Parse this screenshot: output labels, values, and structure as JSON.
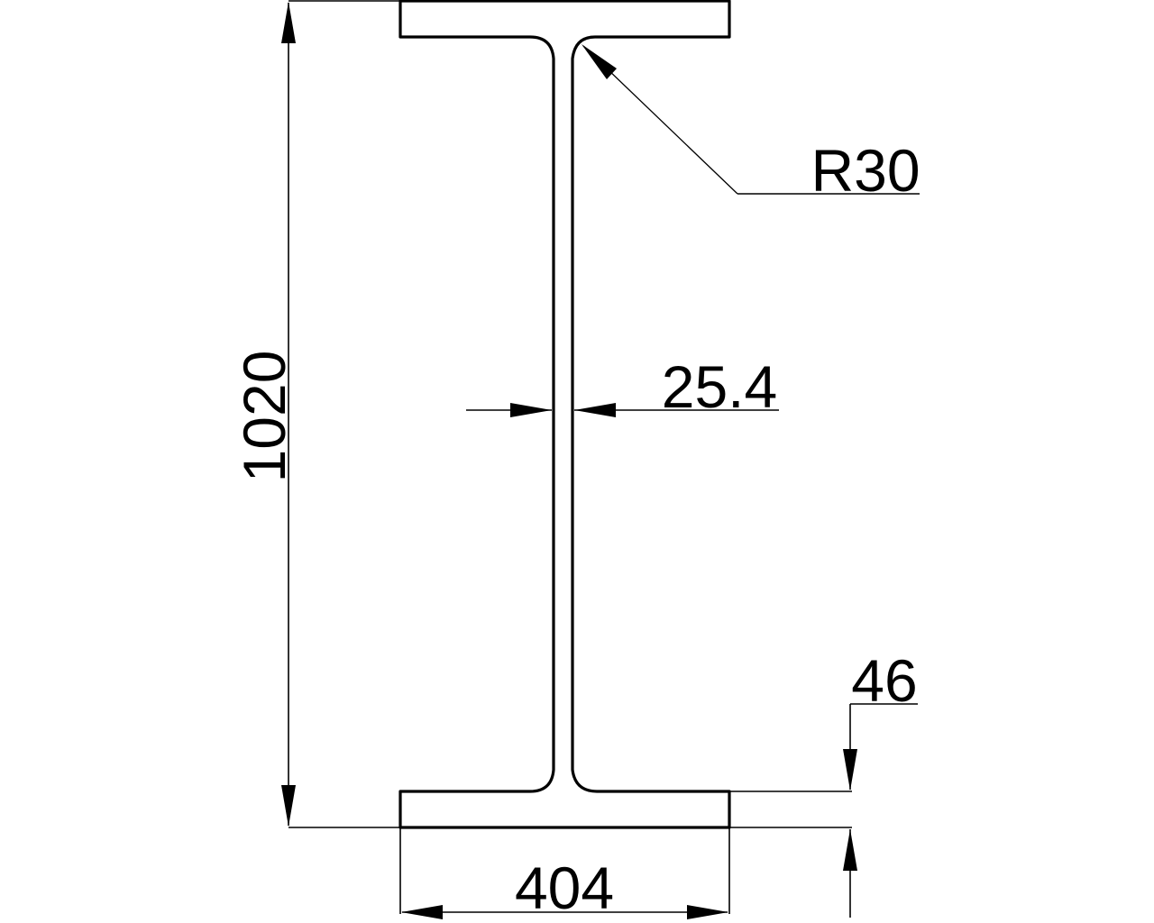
{
  "drawing": {
    "subject": "I-beam cross-section",
    "colors": {
      "background": "#ffffff",
      "lines": "#000000"
    },
    "dimensions": {
      "height": {
        "value": "1020",
        "orientation": "vertical"
      },
      "flange_width": {
        "value": "404",
        "orientation": "horizontal"
      },
      "web_thickness": {
        "value": "25.4",
        "orientation": "horizontal"
      },
      "flange_thickness": {
        "value": "46",
        "orientation": "vertical"
      },
      "root_radius": {
        "value": "R30",
        "type": "radius-leader"
      }
    }
  }
}
